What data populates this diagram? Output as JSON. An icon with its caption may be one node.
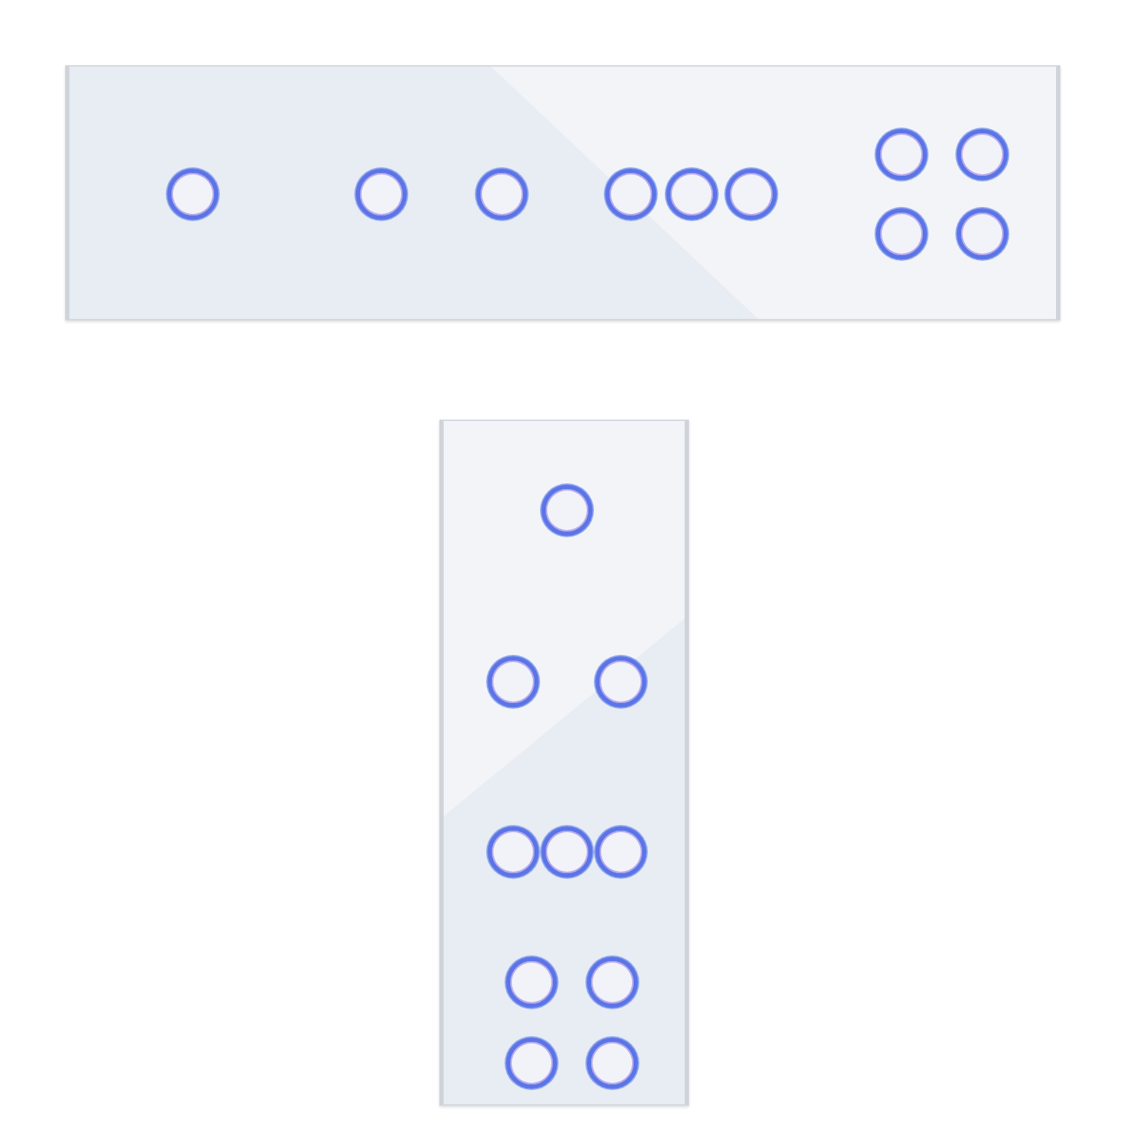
{
  "diagram": {
    "nodes": [
      {
        "text": [],
        "shape": "box"
      },
      {
        "text": [],
        "shape": "circle",
        "in": 0
      },
      {
        "text": [],
        "shape": "circle",
        "in": 0
      },
      {
        "text": [],
        "shape": "circle",
        "in": 0
      },
      {
        "text": [],
        "shape": "circle",
        "in": 0
      },
      {
        "text": [],
        "shape": "circle",
        "in": 0
      },
      {
        "text": [],
        "shape": "circle",
        "in": 0
      },
      {
        "text": [],
        "shape": "circle",
        "in": 0
      },
      {
        "text": [],
        "shape": "circle",
        "in": 0
      },
      {
        "text": [],
        "shape": "circle",
        "in": 0
      },
      {
        "text": [],
        "shape": "circle",
        "in": 0
      },
      {
        "text": [],
        "shape": "box"
      },
      {
        "text": [],
        "shape": "circle",
        "in": 11
      },
      {
        "text": [],
        "shape": "circle",
        "in": 11
      },
      {
        "text": [],
        "shape": "circle",
        "in": 11
      },
      {
        "text": [],
        "shape": "circle",
        "in": 11
      },
      {
        "text": [],
        "shape": "circle",
        "in": 11
      },
      {
        "text": [],
        "shape": "circle",
        "in": 11
      },
      {
        "text": [],
        "shape": "circle",
        "in": 11
      },
      {
        "text": [],
        "shape": "circle",
        "in": 11
      },
      {
        "text": [],
        "shape": "circle",
        "in": 11
      },
      {
        "text": [],
        "shape": "circle",
        "in": 11
      }
    ]
  }
}
